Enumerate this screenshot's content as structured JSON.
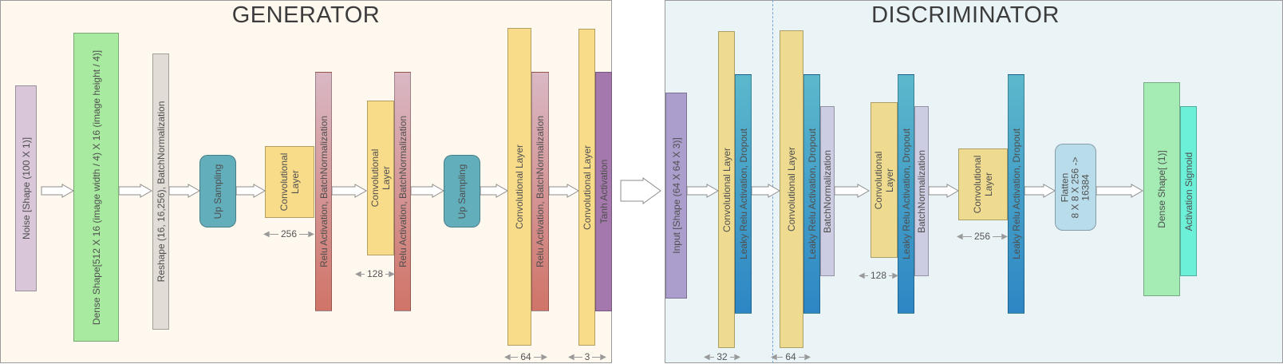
{
  "generator": {
    "title": "GENERATOR",
    "layers": {
      "noise": "Noise [Shape (100 X 1)]",
      "dense": "Dense   Shape[512 X 16 (image width / 4)  X 16 (image height / 4)]",
      "reshape": "Reshape (16, 16,256), BatchNormalization",
      "upsample1": "Up Sampling",
      "conv1": "Convolutional\nLayer",
      "relu1": "Relu Activation, BatchNormalization",
      "conv2": "Convolutional\nLayer",
      "relu2": "Relu Activation, BatchNormalization",
      "upsample2": "Up Sampling",
      "conv3": "Convolutional Layer",
      "relu3": "Relu Activation, BatchNormalization",
      "conv4": "Convolutional Layer",
      "tanh": "Tanh  Activation"
    },
    "dims": {
      "d1": "256",
      "d2": "128",
      "d3": "64",
      "d4": "3"
    }
  },
  "discriminator": {
    "title": "DISCRIMINATOR",
    "layers": {
      "input": "Input [Shape (64 X 64 X 3)]",
      "conv1": "Convolutional Layer",
      "leaky1": "Leaky Relu Activation, Dropout",
      "conv2": "Convolutional Layer",
      "leaky2": "Leaky Relu Activation, Dropout",
      "bn2": "BatchNormalization",
      "conv3": "Convolutional\nLayer",
      "leaky3": "Leaky Relu Activation, Dropout",
      "bn3": "BatchNormalization",
      "conv4": "Convolutional\nLayer",
      "leaky4": "Leaky Relu Activation, Dropout",
      "flatten": "Flatten\n8 X 8 X 256 ->\n16384",
      "dense": "Dense Shape[ (1)]",
      "sigmoid": "Activation Sigmoid"
    },
    "dims": {
      "d1": "32",
      "d2": "64",
      "d3": "128",
      "d4": "256"
    }
  },
  "colors": {
    "noise": "#d9c6d9",
    "dense_green": "#a8eba0",
    "reshape": "#e2dcd6",
    "upsample": "#62aebb",
    "conv": "#f8dc8a",
    "relu_top": "#d9b8c4",
    "relu_bottom": "#d07468",
    "tanh": "#a478ac",
    "input": "#ab9ecd",
    "conv_disc": "#eedb90",
    "leaky_top": "#5bb8cc",
    "leaky_bottom": "#2d86c4",
    "bn": "#cccce2",
    "flatten": "#b8dcea",
    "dense_disc": "#a4ecb4",
    "sigmoid": "#6df0d8"
  }
}
